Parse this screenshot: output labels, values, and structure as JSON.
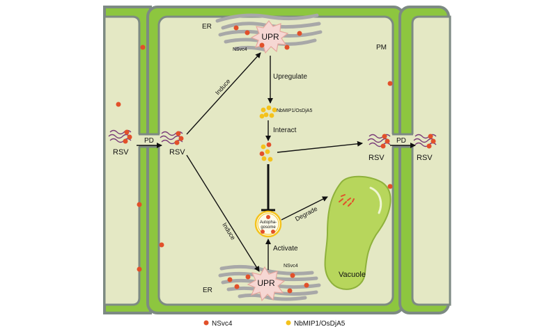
{
  "labels": {
    "er_top": "ER",
    "er_bottom": "ER",
    "pm": "PM",
    "upr_top": "UPR",
    "upr_bottom": "UPR",
    "nsvc4_top": "NSvc4",
    "nsvc4_bottom": "NSvc4",
    "upregulate": "Upregulate",
    "nbmip": "NbMIP1/OsDjA5",
    "interact": "Interact",
    "induce_top": "Induce",
    "induce_bottom": "Induce",
    "pd_left": "PD",
    "pd_right": "PD",
    "rsv_left": "RSV",
    "rsv_center": "RSV",
    "rsv_right": "RSV",
    "rsv_far_right": "RSV",
    "autophagosome_line1": "Autopha-",
    "autophagosome_line2": "gosome",
    "degrade": "Degrade",
    "activate": "Activate",
    "vacuole": "Vacuole"
  },
  "legend": [
    {
      "label": "NSvc4",
      "color": "#e2502a"
    },
    {
      "label": "NbMIP1/OsDjA5",
      "color": "#f4c21c"
    }
  ],
  "colors": {
    "cell_wall": "#8dc63f",
    "cell_wall_outline": "#7d8a83",
    "cytoplasm": "#e4e8c4",
    "er": "#a8a8a8",
    "upr_burst": "#f6d7d3",
    "nsvc4": "#e2502a",
    "nbmip": "#f4c21c",
    "vacuole": "#b7d65c",
    "rna": "#7a3b78"
  }
}
